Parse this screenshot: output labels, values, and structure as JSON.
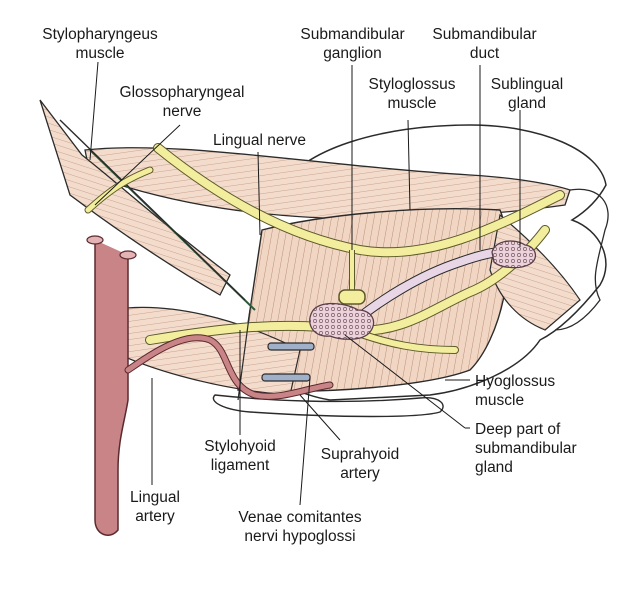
{
  "labels": {
    "stylopharyngeus": [
      "Stylopharyngeus",
      "muscle"
    ],
    "glossopharyngeal": [
      "Glossopharyngeal",
      "nerve"
    ],
    "lingual_nerve": [
      "Lingual nerve"
    ],
    "submandibular_ganglion": [
      "Submandibular",
      "ganglion"
    ],
    "submandibular_duct": [
      "Submandibular",
      "duct"
    ],
    "styloglossus": [
      "Styloglossus",
      "muscle"
    ],
    "sublingual_gland": [
      "Sublingual",
      "gland"
    ],
    "hyoglossus": [
      "Hyoglossus",
      "muscle"
    ],
    "deep_part": [
      "Deep part of",
      "submandibular",
      "gland"
    ],
    "stylohyoid_ligament": [
      "Stylohyoid",
      "ligament"
    ],
    "suprahyoid_artery": [
      "Suprahyoid",
      "artery"
    ],
    "lingual_artery": [
      "Lingual",
      "artery"
    ],
    "venae_comitantes": [
      "Venae comitantes",
      "nervi hypoglossi"
    ]
  },
  "colors": {
    "muscle": "#f2d6c4",
    "muscle_stripe": "#b98f7a",
    "nerve": "#f3ee9e",
    "nerve_edge": "#8a8440",
    "artery": "#c98488",
    "artery_edge": "#5a2a2e",
    "gland": "#ecd2da",
    "vein": "#9fb0c8",
    "outline": "#2b2b2b"
  }
}
